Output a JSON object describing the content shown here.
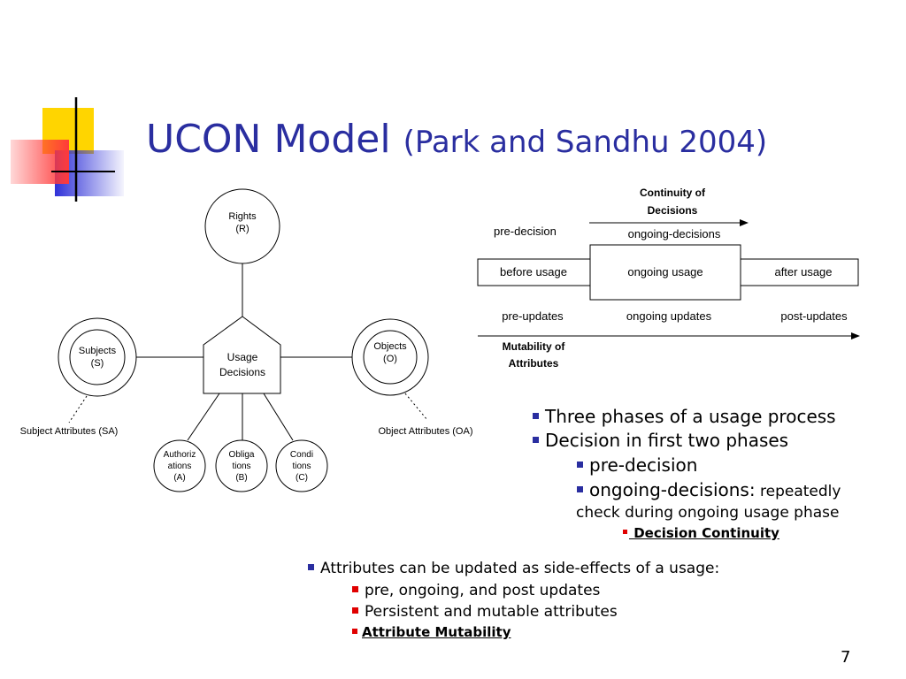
{
  "slide": {
    "title_main": "UCON Model",
    "title_sub": "(Park and Sandhu 2004)",
    "page_number": "7"
  },
  "diagram": {
    "rights": [
      "Rights",
      "(R)"
    ],
    "subjects": [
      "Subjects",
      "(S)"
    ],
    "objects": [
      "Objects",
      "(O)"
    ],
    "usage_decisions": [
      "Usage",
      "Decisions"
    ],
    "authorizations": [
      "Authoriz",
      "ations",
      "(A)"
    ],
    "obligations": [
      "Obliga",
      "tions",
      "(B)"
    ],
    "conditions": [
      "Condi",
      "tions",
      "(C)"
    ],
    "subject_attributes": "Subject Attributes (SA)",
    "object_attributes": "Object Attributes (OA)"
  },
  "phases": {
    "continuity_label": [
      "Continuity of",
      "Decisions"
    ],
    "pre_decision": "pre-decision",
    "ongoing_decisions": "ongoing-decisions",
    "before_usage": "before usage",
    "ongoing_usage": "ongoing usage",
    "after_usage": "after usage",
    "pre_updates": "pre-updates",
    "ongoing_updates": "ongoing updates",
    "post_updates": "post-updates",
    "mutability_label": [
      "Mutability of",
      "Attributes"
    ]
  },
  "bullets": {
    "b1": "Three phases of a usage process",
    "b2": "Decision in first two phases",
    "b2a": "pre-decision",
    "b2b_main": "ongoing-decisions:",
    "b2b_small": " repeatedly",
    "b2b_line2": "check during ongoing usage phase",
    "b2c": " Decision Continuity",
    "b3": "Attributes can be updated as side-effects of a usage:",
    "b3a": "pre, ongoing, and post updates",
    "b3b": "Persistent and mutable attributes",
    "b3c": "Attribute Mutability"
  },
  "colors": {
    "title": "#2a2ea0",
    "bullet_blue": "#2a2ea0",
    "bullet_red": "#e00000",
    "deco_yellow": "#ffd500",
    "deco_blue": "#2f31d8",
    "deco_red": "#ff3a3a"
  }
}
